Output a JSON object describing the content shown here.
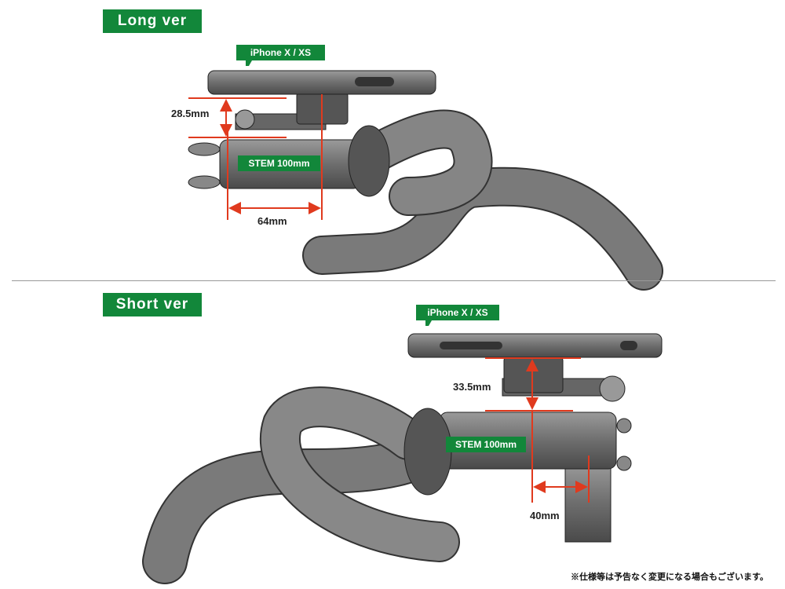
{
  "long": {
    "label": "Long ver",
    "phone_tag": "iPhone X / XS",
    "height_dim": "28.5mm",
    "stem_label": "STEM 100mm",
    "offset_dim": "64mm"
  },
  "short": {
    "label": "Short ver",
    "phone_tag": "iPhone X / XS",
    "height_dim": "33.5mm",
    "stem_label": "STEM 100mm",
    "offset_dim": "40mm"
  },
  "footnote": "※仕様等は予告なく変更になる場合もございます。",
  "colors": {
    "accent": "#12873a",
    "dimension": "#e03a1e",
    "tube": "#7a7a7a"
  }
}
